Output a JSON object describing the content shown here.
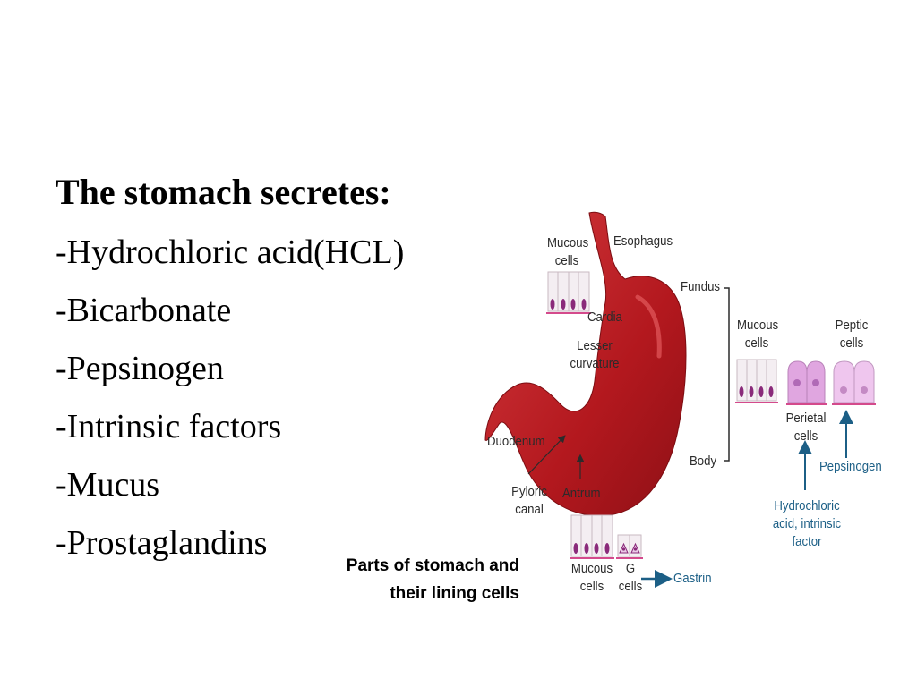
{
  "slide": {
    "heading": "The stomach secretes:",
    "items": [
      "-Hydrochloric acid(HCL)",
      "-Bicarbonate",
      "-Pepsinogen",
      "-Intrinsic factors",
      "-Mucus",
      "-Prostaglandins"
    ],
    "caption_line1": "Parts of stomach and",
    "caption_line2": "their lining cells"
  },
  "diagram": {
    "labels": {
      "mucous_cells_top_1": "Mucous",
      "mucous_cells_top_2": "cells",
      "esophagus": "Esophagus",
      "fundus": "Fundus",
      "cardia": "Cardia",
      "lesser_curvature_1": "Lesser",
      "lesser_curvature_2": "curvature",
      "mucous_cells_right_1": "Mucous",
      "mucous_cells_right_2": "cells",
      "peptic_cells_1": "Peptic",
      "peptic_cells_2": "cells",
      "parietal_cells_1": "Perietal",
      "parietal_cells_2": "cells",
      "pepsinogen": "Pepsinogen",
      "duodenum": "Duodenum",
      "body": "Body",
      "pyloric_canal_1": "Pyloric",
      "pyloric_canal_2": "canal",
      "antrum": "Antrum",
      "hcl_1": "Hydrochloric",
      "hcl_2": "acid, intrinsic",
      "hcl_3": "factor",
      "mucous_cells_bottom_1": "Mucous",
      "mucous_cells_bottom_2": "cells",
      "g_cells_1": "G",
      "g_cells_2": "cells",
      "gastrin": "Gastrin"
    },
    "colors": {
      "stomach": "#b3181e",
      "stomach_highlight": "#d9363a",
      "arrow_blue": "#1c5f86",
      "mucous_cell": "#f4eef2",
      "mucous_nucleus": "#8a2a7a",
      "parietal_cell": "#e0a6e0",
      "peptic_cell": "#efc6ee",
      "membrane": "#d44a8c"
    }
  }
}
